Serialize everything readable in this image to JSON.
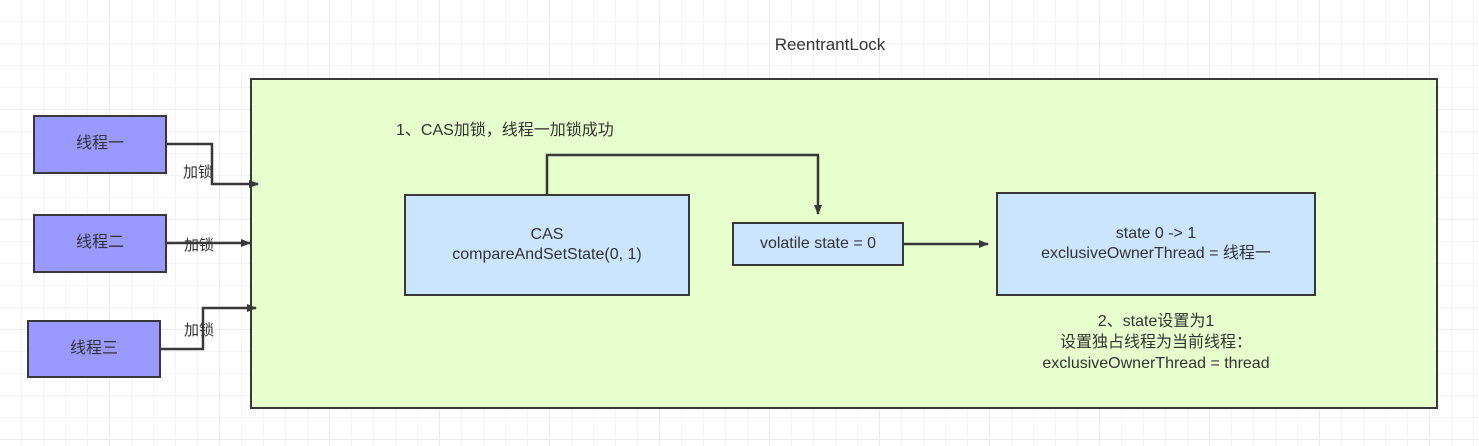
{
  "diagram": {
    "title": "ReentrantLock",
    "container_label": "reentrant-lock-container",
    "colors": {
      "thread_box_fill": "#9999ff",
      "state_box_fill": "#cce5ff",
      "container_fill": "#e6ffcc",
      "stroke": "#383838",
      "text": "#333333",
      "grid_minor": "#f4f4f4",
      "grid_major": "#ebebeb"
    },
    "threads": [
      {
        "id": "thread-one",
        "label": "线程一",
        "edge_label": "加锁"
      },
      {
        "id": "thread-two",
        "label": "线程二",
        "edge_label": "加锁"
      },
      {
        "id": "thread-three",
        "label": "线程三",
        "edge_label": "加锁"
      }
    ],
    "nodes": {
      "cas": {
        "line1": "CAS",
        "line2": "compareAndSetState(0, 1)",
        "text": "CAS\ncompareAndSetState(0, 1)"
      },
      "volatile_state": {
        "text": "volatile state = 0"
      },
      "owner_state": {
        "line1": "state 0 -> 1",
        "line2": "exclusiveOwnerThread = 线程一",
        "text": "state 0 -> 1\nexclusiveOwnerThread = 线程一"
      }
    },
    "annotations": {
      "step1": "1、CAS加锁，线程一加锁成功",
      "step2_line1": "2、state设置为1",
      "step2_line2": "设置独占线程为当前线程：",
      "step2_line3": "exclusiveOwnerThread = thread",
      "step2": "2、state设置为1\n设置独占线程为当前线程：\nexclusiveOwnerThread = thread"
    }
  }
}
